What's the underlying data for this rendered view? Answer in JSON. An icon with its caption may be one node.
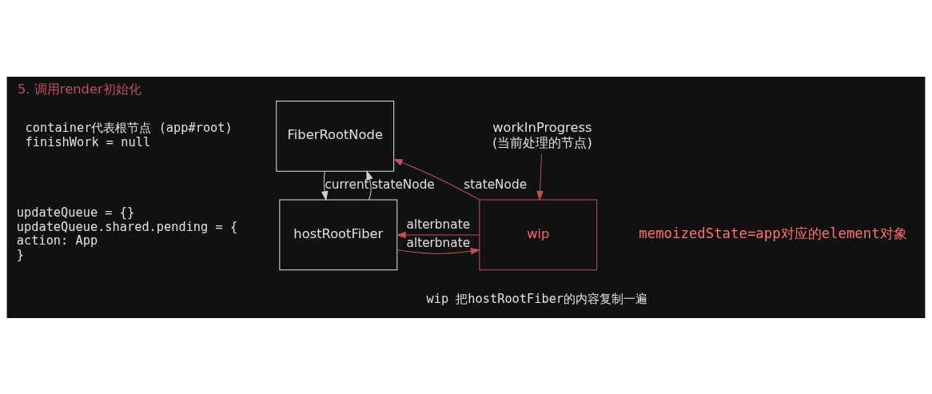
{
  "diagram": {
    "title": "5. 调用render初始化",
    "nodes": [
      {
        "text": [
          "FiberRootNode"
        ],
        "beside": [
          "container代表根节点 (app#root)",
          "finishWork = null"
        ]
      },
      {
        "text": [
          "hostRootFiber"
        ],
        "beside": [
          "updateQueue = {}",
          "updateQueue.shared.pending = {",
          "action: App",
          "}"
        ]
      },
      {
        "text": [
          "wip"
        ],
        "beside": [
          "memoizedState=app对应的element对象",
          "wip 把hostRootFiber的内容复制一遍"
        ]
      },
      {
        "text": [
          "workInProgress",
          "(当前处理的节点)"
        ]
      }
    ],
    "edges": [
      {
        "from": 0,
        "to": 1,
        "arrow": "to",
        "label": "current",
        "color": "#d0d0d0"
      },
      {
        "from": 1,
        "to": 0,
        "arrow": "to",
        "label": "stateNode",
        "color": "#d0d0d0"
      },
      {
        "from": 2,
        "to": 0,
        "arrow": "to",
        "label": "stateNode"
      },
      {
        "from": 2,
        "to": 1,
        "arrow": "to",
        "label": "alterbnate"
      },
      {
        "from": 1,
        "to": 2,
        "arrow": "to",
        "label": "alterbnate"
      },
      {
        "from": 3,
        "to": 2,
        "arrow": "to"
      }
    ]
  }
}
